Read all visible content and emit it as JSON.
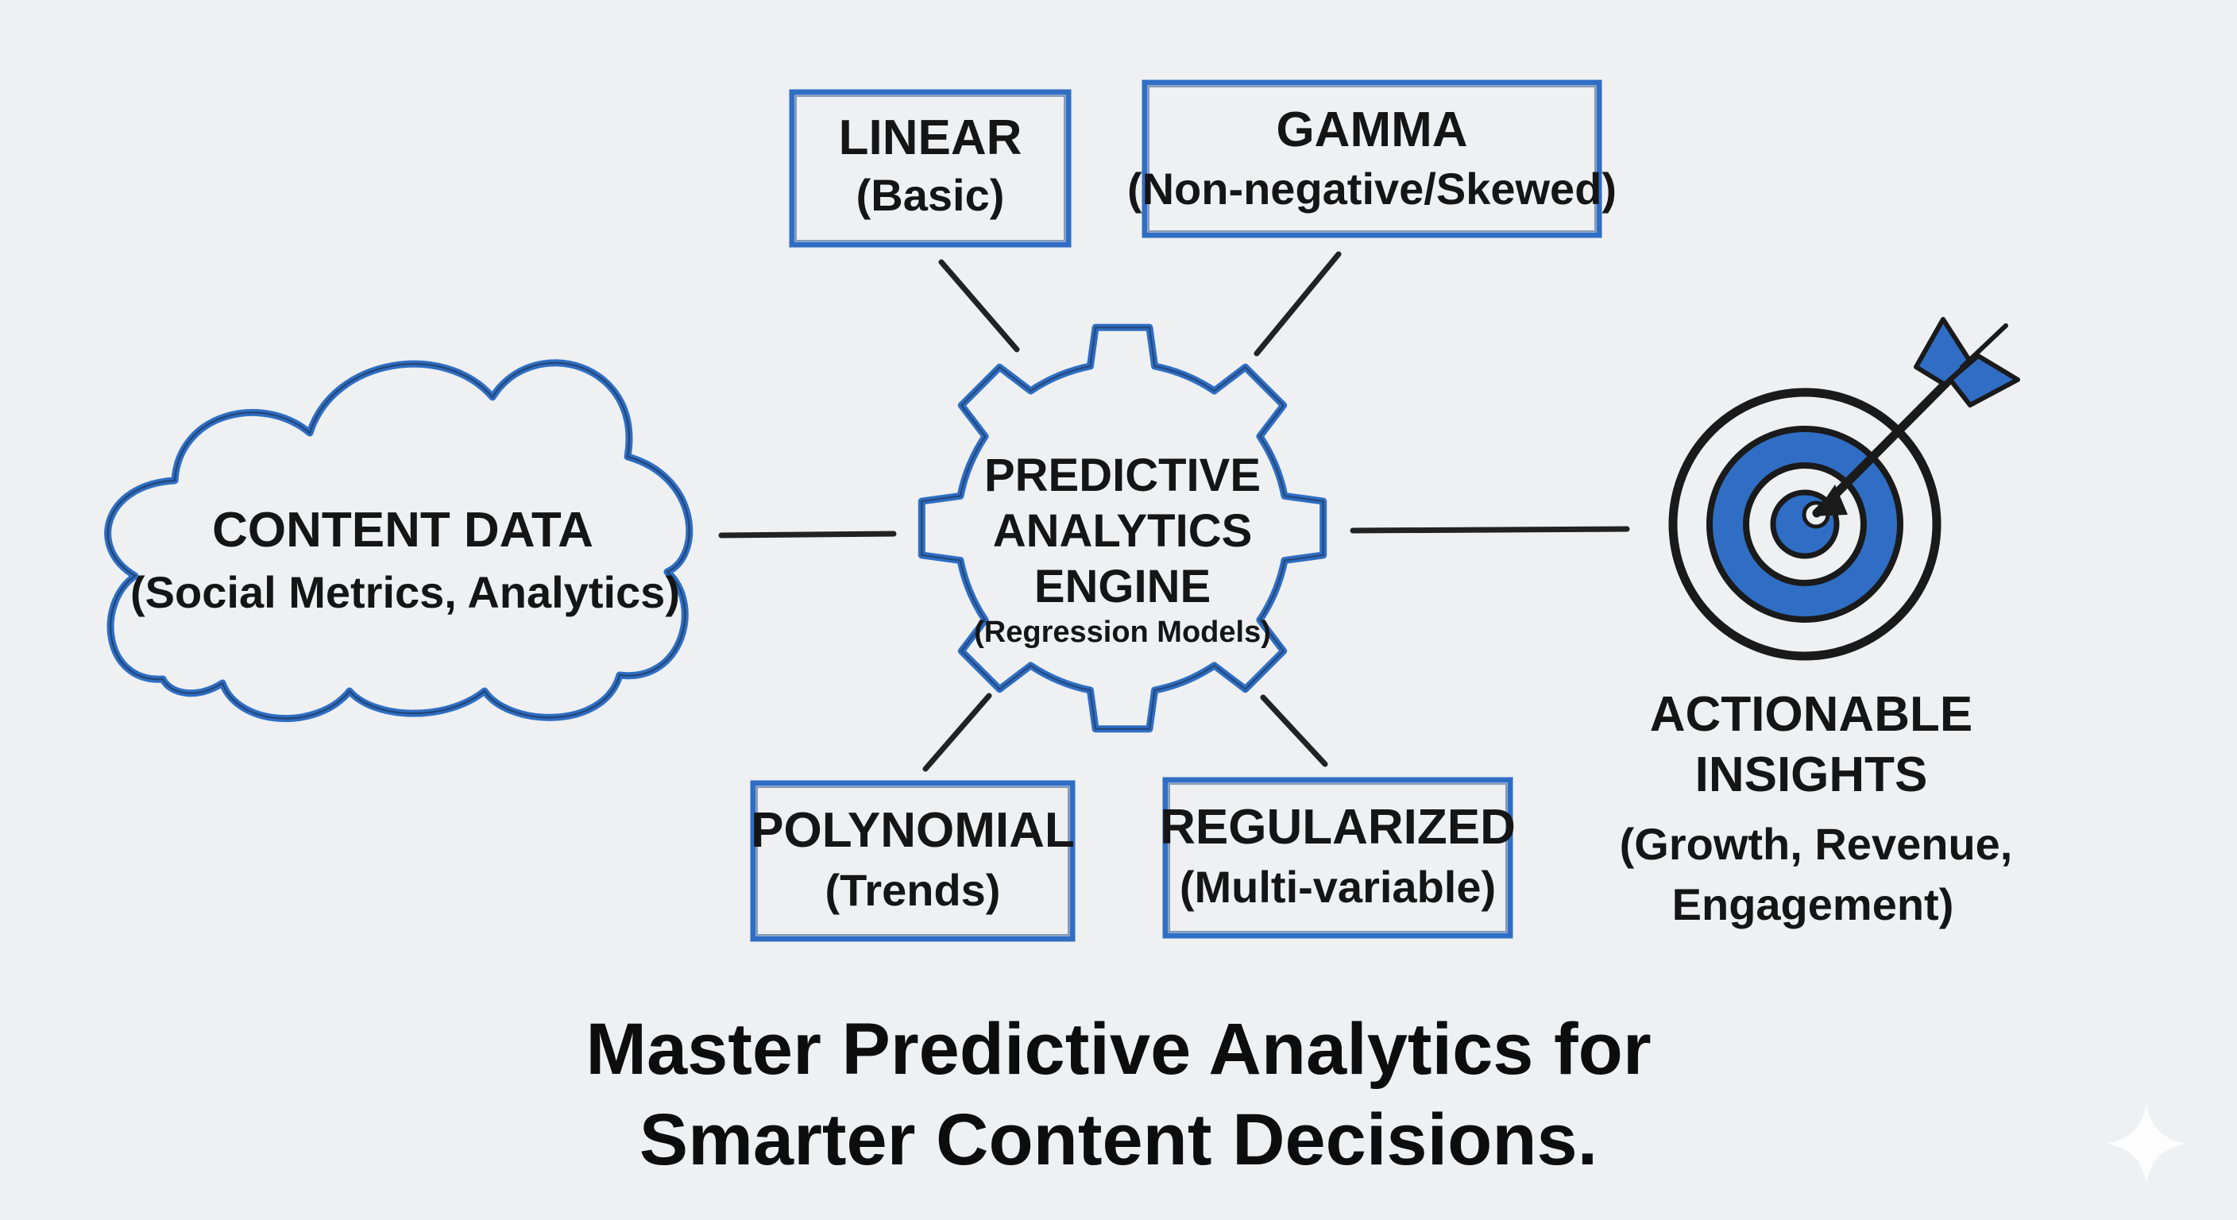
{
  "diagram": {
    "source": {
      "title": "CONTENT DATA",
      "subtitle": "(Social Metrics, Analytics)"
    },
    "engine": {
      "line1": "PREDICTIVE",
      "line2": "ANALYTICS",
      "line3": "ENGINE",
      "subtitle": "(Regression Models)"
    },
    "models": {
      "linear": {
        "title": "LINEAR",
        "subtitle": "(Basic)"
      },
      "gamma": {
        "title": "GAMMA",
        "subtitle": "(Non-negative/Skewed)"
      },
      "polynomial": {
        "title": "POLYNOMIAL",
        "subtitle": "(Trends)"
      },
      "regularized": {
        "title": "REGULARIZED",
        "subtitle": "(Multi-variable)"
      }
    },
    "outcome": {
      "line1": "ACTIONABLE",
      "line2": "INSIGHTS",
      "line3": "(Growth, Revenue,",
      "line4": "Engagement)"
    }
  },
  "caption": {
    "line1": "Master Predictive Analytics for",
    "line2": "Smarter Content Decisions."
  },
  "colors": {
    "accent": "#2f6ec4",
    "ink": "#151515",
    "background": "#eef0f1"
  }
}
